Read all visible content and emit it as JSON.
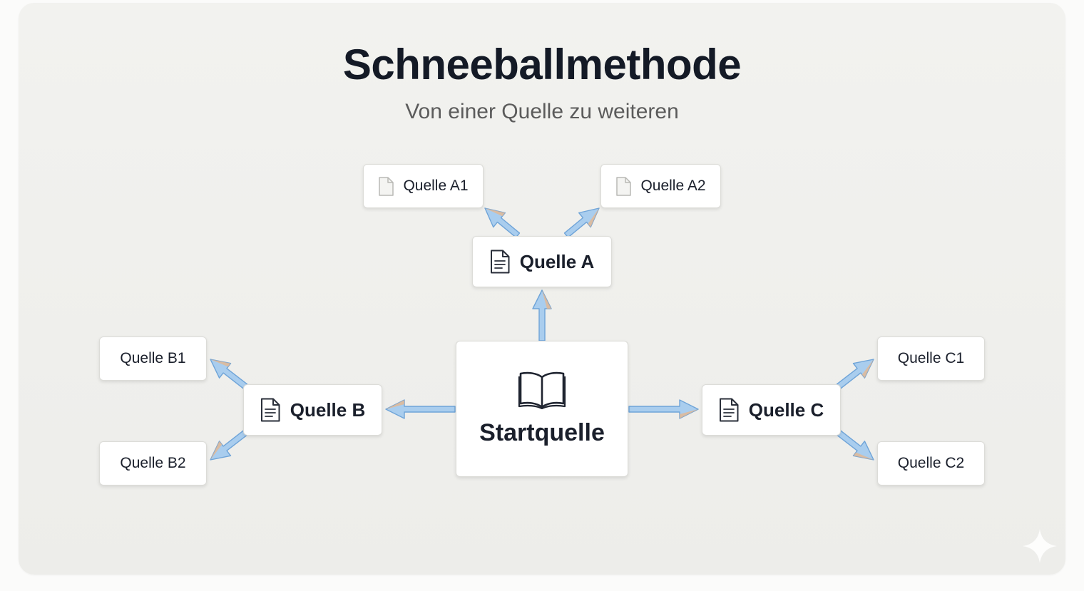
{
  "title": "Schneeballmethode",
  "subtitle": "Von einer Quelle zu weiteren",
  "nodes": {
    "start": "Startquelle",
    "a": "Quelle A",
    "b": "Quelle B",
    "c": "Quelle C",
    "a1": "Quelle A1",
    "a2": "Quelle A2",
    "b1": "Quelle B1",
    "b2": "Quelle B2",
    "c1": "Quelle C1",
    "c2": "Quelle C2"
  },
  "icons": {
    "start": "open-book-icon",
    "primary": "document-lines-icon",
    "secondary": "blank-document-icon",
    "corner": "sparkle-icon"
  },
  "colors": {
    "arrow_fill": "#a9cdee",
    "arrow_stroke": "#6fa4d8",
    "arrow_tip": "#e9b58a",
    "text": "#141a26"
  }
}
